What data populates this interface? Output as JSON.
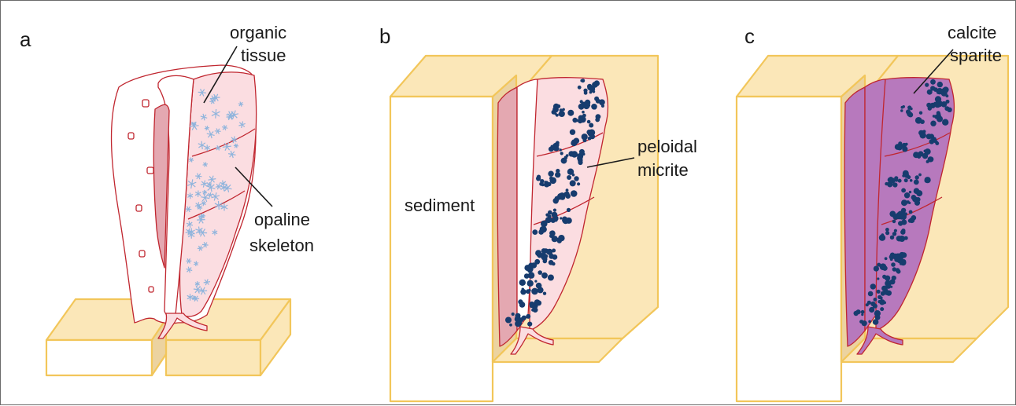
{
  "colors": {
    "sediment_fill": "#fbe7b8",
    "sediment_edge": "#f2c65a",
    "sediment_shadow": "#ecd3a0",
    "sponge_outline": "#c0262f",
    "organic_tissue": "#fbdde1",
    "sponge_shadow": "#e4a8b1",
    "opaline_skeleton": "#8fb4dc",
    "peloidal_micrite": "#173c6e",
    "calcite_sparite": "#b779bd"
  },
  "panels": [
    {
      "letter": "a",
      "labels": {
        "organic_tissue": [
          "organic",
          "tissue"
        ],
        "opaline_skeleton": [
          "opaline",
          "skeleton"
        ]
      }
    },
    {
      "letter": "b",
      "labels": {
        "sediment": "sediment",
        "peloidal_micrite": [
          "peloidal",
          "micrite"
        ]
      }
    },
    {
      "letter": "c",
      "labels": {
        "calcite_sparite": [
          "calcite",
          "sparite"
        ]
      }
    }
  ]
}
